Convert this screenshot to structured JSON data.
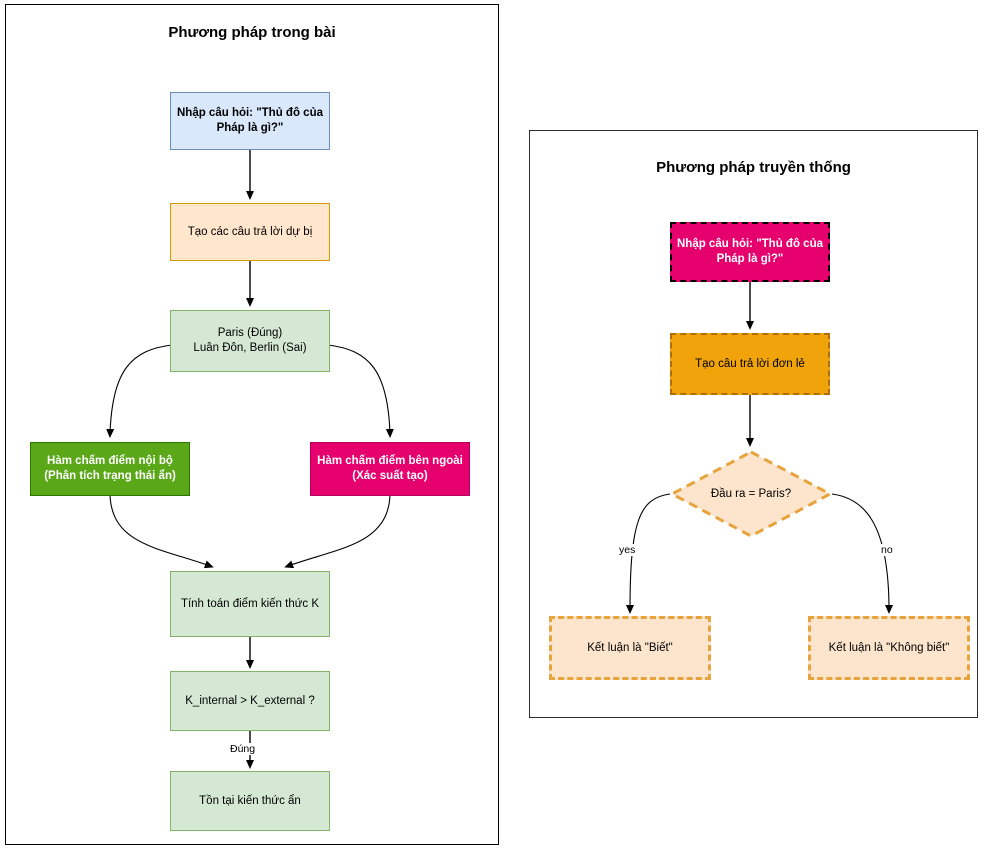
{
  "left_panel": {
    "title": "Phương pháp trong bài",
    "nodes": [
      {
        "id": "input",
        "label_line1": "Nhập câu hỏi: \"Thủ đô của",
        "label_line2": "Pháp là gì?\"",
        "fill": "#dae8fc",
        "stroke": "#6c8ebf",
        "text_color": "#000000",
        "bold": true,
        "dashed": false
      },
      {
        "id": "generate",
        "label_line1": "Tạo các câu trả lời dự bị",
        "label_line2": "",
        "fill": "#ffe6cc",
        "stroke": "#d79b00",
        "text_color": "#000000",
        "bold": false,
        "dashed": false
      },
      {
        "id": "candidates",
        "label_line1": "Paris (Đúng)",
        "label_line2": "Luân Đôn, Berlin (Sai)",
        "fill": "#d5e8d4",
        "stroke": "#82b366",
        "text_color": "#000000",
        "bold": false,
        "dashed": false
      },
      {
        "id": "internal-scorer",
        "label_line1": "Hàm chấm điểm nội bộ",
        "label_line2": "(Phân tích trạng thái ẩn)",
        "fill": "#5aa818",
        "stroke": "#2d7600",
        "text_color": "#ffffff",
        "bold": true,
        "dashed": false
      },
      {
        "id": "external-scorer",
        "label_line1": "Hàm chấm điểm bên ngoài",
        "label_line2": "(Xác suất tạo)",
        "fill": "#e6006e",
        "stroke": "#b4005c",
        "text_color": "#ffffff",
        "bold": true,
        "dashed": false
      },
      {
        "id": "compute-k",
        "label_line1": "Tính toán điểm kiến thức K",
        "label_line2": "",
        "fill": "#d5e8d4",
        "stroke": "#82b366",
        "text_color": "#000000",
        "bold": false,
        "dashed": false
      },
      {
        "id": "compare-k",
        "label_line1": "K_internal > K_external ?",
        "label_line2": "",
        "fill": "#d5e8d4",
        "stroke": "#82b366",
        "text_color": "#000000",
        "bold": false,
        "dashed": false
      },
      {
        "id": "hidden-knowledge",
        "label_line1": "Tồn tại kiến thức ẩn",
        "label_line2": "",
        "fill": "#d5e8d4",
        "stroke": "#82b366",
        "text_color": "#000000",
        "bold": false,
        "dashed": false
      }
    ],
    "edge_labels": [
      {
        "id": "dung",
        "text": "Đúng"
      }
    ]
  },
  "right_panel": {
    "title": "Phương pháp truyền thống",
    "nodes": [
      {
        "id": "input",
        "label_line1": "Nhập câu hỏi: \"Thủ đô của",
        "label_line2": "Pháp là gì?\"",
        "fill": "#e6006e",
        "stroke": "#000000",
        "text_color": "#ffffff",
        "bold": true,
        "dashed": true
      },
      {
        "id": "single-answer",
        "label_line1": "Tạo câu trả lời đơn lẻ",
        "label_line2": "",
        "fill": "#f0a30a",
        "stroke": "#b06f00",
        "text_color": "#000000",
        "bold": false,
        "dashed": true
      },
      {
        "id": "conclude-known",
        "label_line1": "Kết luận là \"Biết\"",
        "label_line2": "",
        "fill": "#fde5cd",
        "stroke": "#e8a33d",
        "text_color": "#000000",
        "bold": false,
        "dashed": true
      },
      {
        "id": "conclude-unknown",
        "label_line1": "Kết luận là \"Không biết\"",
        "label_line2": "",
        "fill": "#fde5cd",
        "stroke": "#e8a33d",
        "text_color": "#000000",
        "bold": false,
        "dashed": true
      }
    ],
    "decision": {
      "id": "output-is-paris",
      "label": "Đầu ra = Paris?",
      "fill": "#fde5cd",
      "stroke": "#e8a33d",
      "dashed": true
    },
    "edge_labels": [
      {
        "id": "yes",
        "text": "yes"
      },
      {
        "id": "no",
        "text": "no"
      }
    ]
  },
  "colors": {
    "panel_border": "#000000",
    "panel_border_right": "#2b2b2b",
    "arrow": "#000000",
    "background": "#ffffff"
  }
}
